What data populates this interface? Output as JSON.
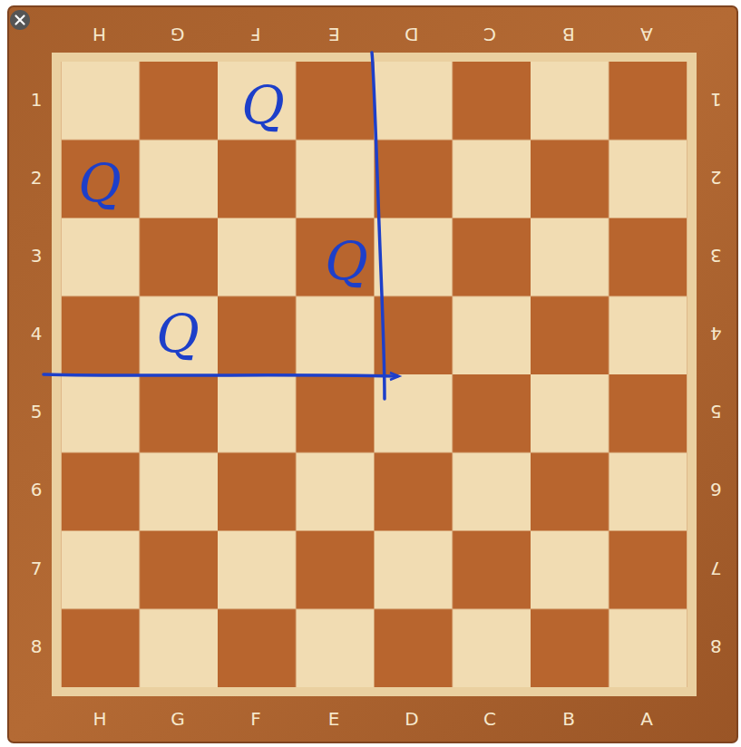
{
  "diagram": {
    "labels": [
      "H",
      "G",
      "F",
      "E",
      "D",
      "C",
      "B",
      "A",
      "1",
      "2",
      "3",
      "4",
      "5",
      "6",
      "7",
      "8",
      "1",
      "2",
      "3",
      "4",
      "5",
      "6",
      "7",
      "8",
      "H",
      "G",
      "F",
      "E",
      "D",
      "C",
      "B",
      "A",
      "Q",
      "Q",
      "Q",
      "Q"
    ]
  }
}
